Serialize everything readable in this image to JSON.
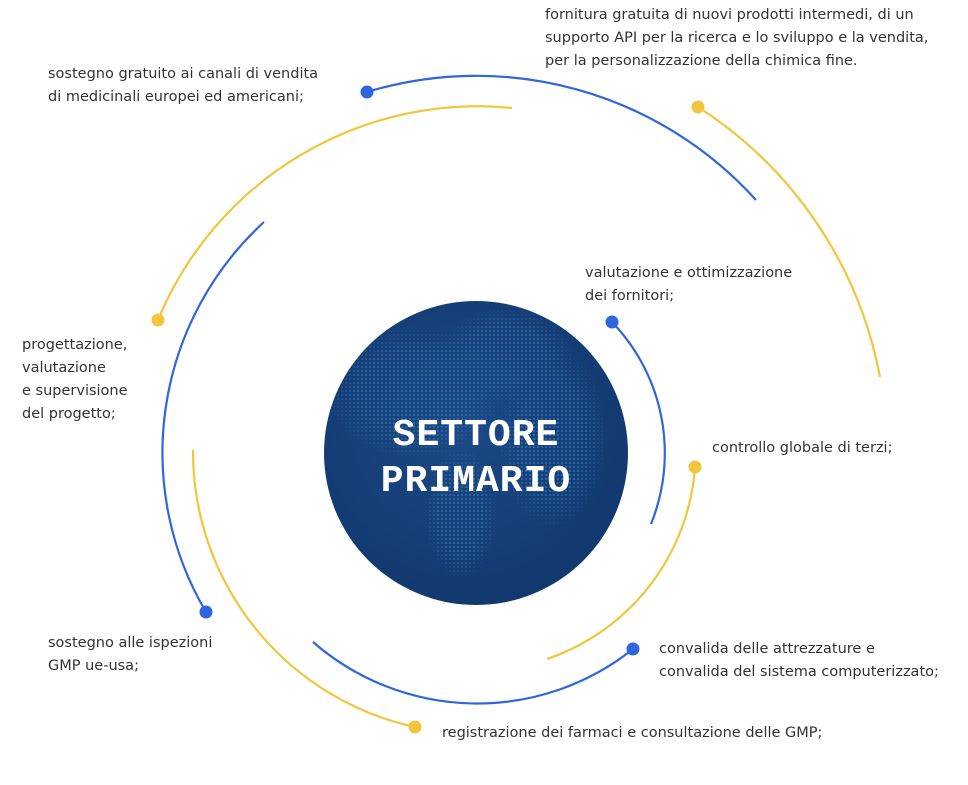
{
  "center": {
    "line1": "SETTORE",
    "line2": "PRIMARIO"
  },
  "colors": {
    "blue": "#2f66dd",
    "yellow": "#f2c53d",
    "globe": "#12386f"
  },
  "labels": {
    "fornitura": [
      "fornitura gratuita di nuovi prodotti intermedi, di un",
      "supporto API per la ricerca e lo sviluppo e la vendita,",
      "per la personalizzazione della chimica fine."
    ],
    "sostegno_canali": [
      "sostegno gratuito ai canali di vendita",
      "di medicinali europei ed americani;"
    ],
    "valutazione_fornitori": [
      "valutazione e ottimizzazione",
      "dei fornitori;"
    ],
    "progettazione": [
      "progettazione,",
      "valutazione",
      "e supervisione",
      "del progetto;"
    ],
    "controllo": [
      "controllo globale di terzi;"
    ],
    "ispezioni": [
      "sostegno alle ispezioni",
      "GMP ue-usa;"
    ],
    "convalida": [
      "convalida delle attrezzature e",
      "convalida del sistema computerizzato;"
    ],
    "registrazione": [
      "registrazione dei farmaci e consultazione delle GMP;"
    ]
  }
}
